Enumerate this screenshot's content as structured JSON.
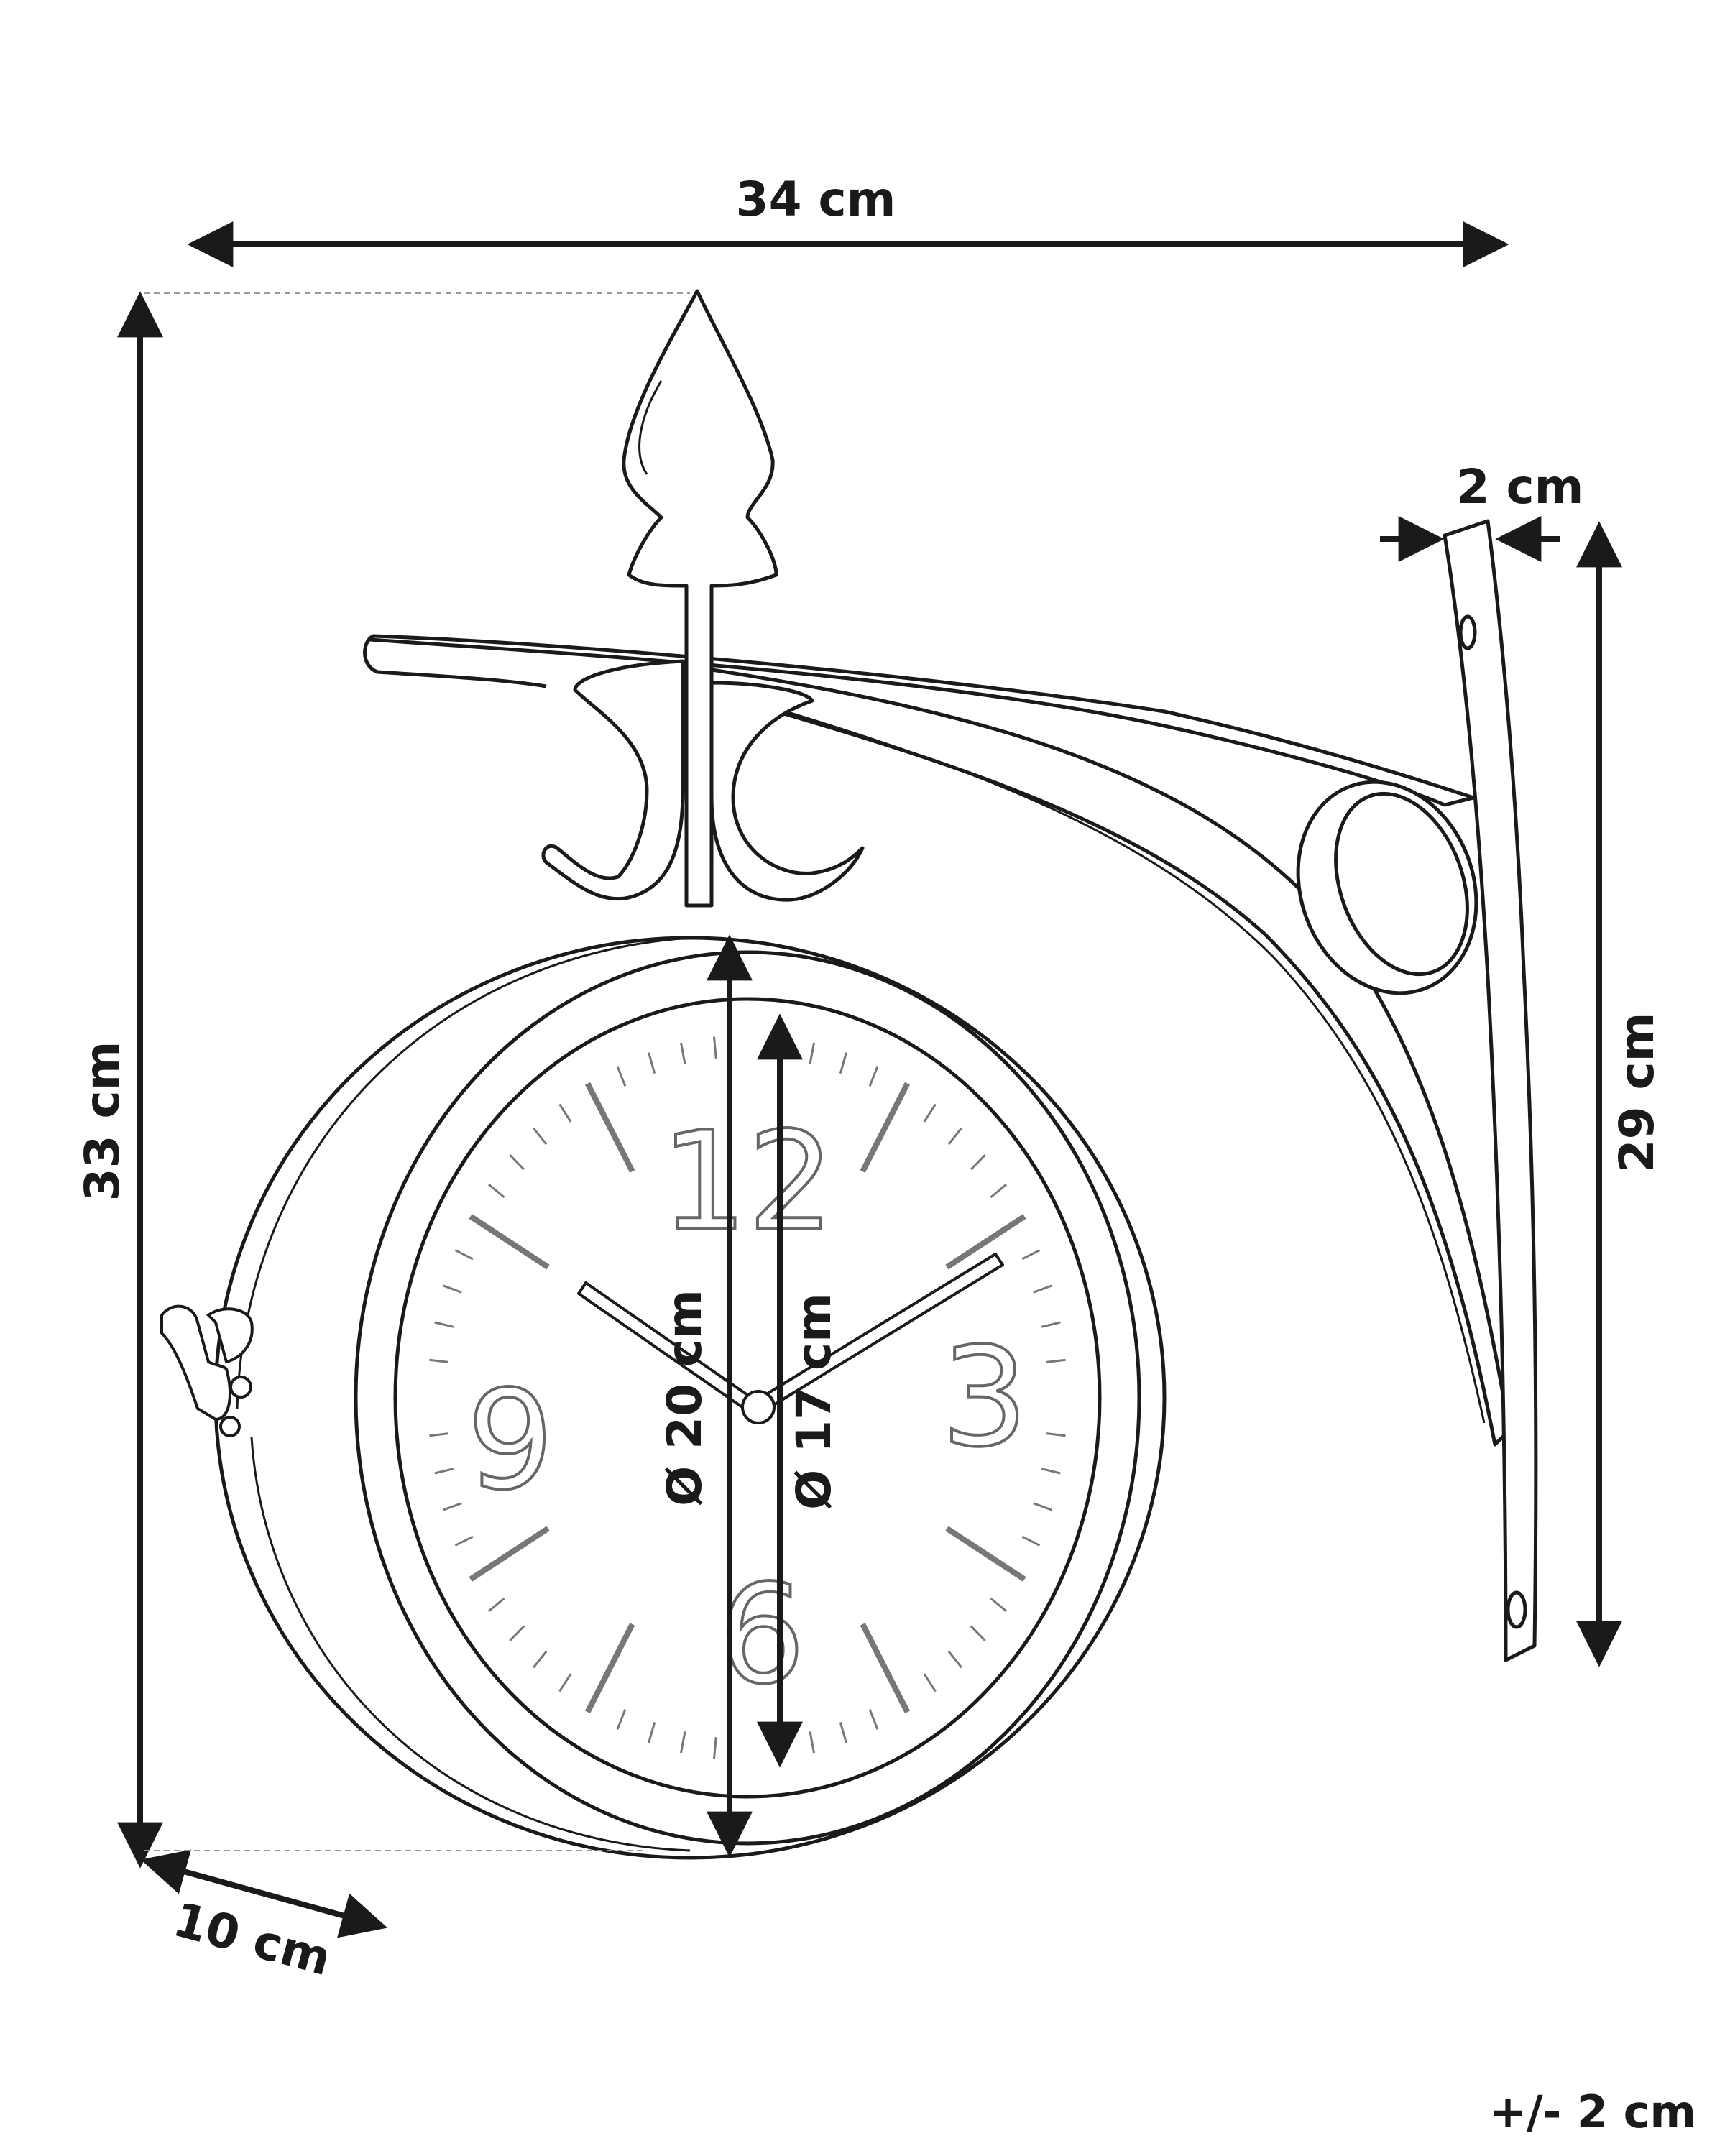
{
  "dimensions": {
    "width": "34 cm",
    "height": "33 cm",
    "depth": "10 cm",
    "bracket_thickness": "2 cm",
    "bracket_height": "29 cm",
    "outer_diameter": "Ø 20 cm",
    "dial_diameter": "Ø 17 cm"
  },
  "tolerance": "+/- 2 cm",
  "dial": {
    "numerals": [
      "12",
      "3",
      "6",
      "9"
    ]
  },
  "colors": {
    "line": "#1a1a1a",
    "light_line": "#666666",
    "background": "#ffffff"
  }
}
